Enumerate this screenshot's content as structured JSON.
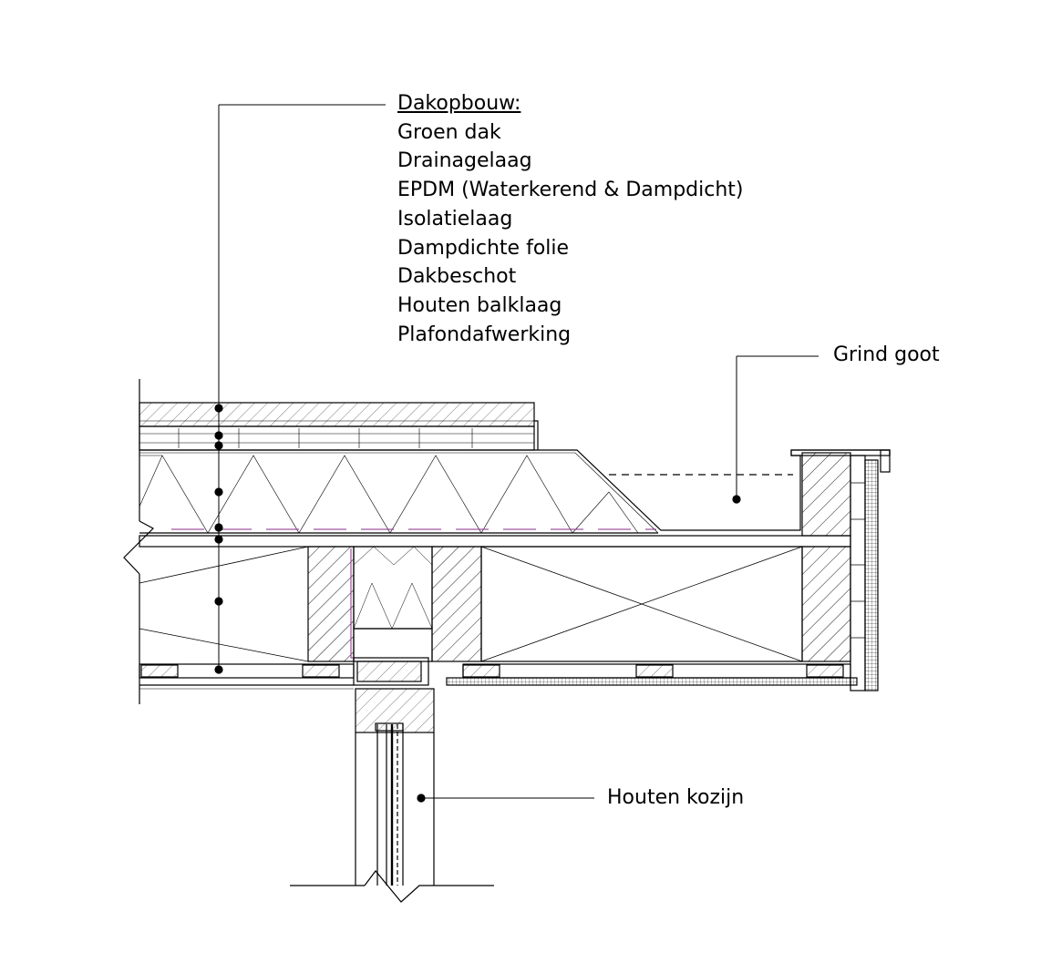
{
  "roof_buildup": {
    "heading": "Dakopbouw:",
    "layers": [
      "Groen dak",
      "Drainagelaag",
      "EPDM (Waterkerend & Dampdicht)",
      "Isolatielaag",
      "Dampdichte folie",
      "Dakbeschot",
      "Houten balklaag",
      "Plafondafwerking"
    ]
  },
  "gutter_label": "Grind goot",
  "frame_label": "Houten kozijn",
  "colors": {
    "line": "#000000",
    "vapor_barrier": "#8a2b8a"
  }
}
